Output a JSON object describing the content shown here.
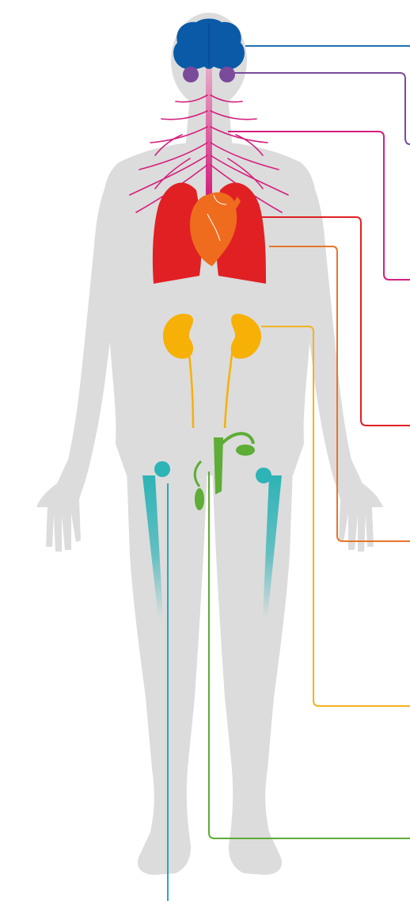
{
  "colors": {
    "body": "#dcdcdc",
    "brain": "#0a5aa8",
    "pituitary": "#7a4a9b",
    "nerves": "#d41f7e",
    "lungs": "#e12024",
    "heart": "#ef6c1e",
    "kidneys": "#f7b006",
    "reproductive": "#5dad36",
    "bones": "#2eb3b6",
    "callout_brain": "#1f70b3",
    "callout_pituitary": "#7a4a9b",
    "callout_nerves": "#d41f7e",
    "callout_lungs": "#e12024",
    "callout_heart": "#e8742a",
    "callout_kidneys": "#f2b321",
    "callout_reproductive": "#5dad36",
    "callout_bones": "#2aa7b5"
  },
  "organs": [
    {
      "name": "brain",
      "icon": "brain-icon"
    },
    {
      "name": "pituitary",
      "icon": "pituitary-icon"
    },
    {
      "name": "nerves",
      "icon": "nerve-network-icon"
    },
    {
      "name": "lungs",
      "icon": "lungs-icon"
    },
    {
      "name": "heart",
      "icon": "heart-icon"
    },
    {
      "name": "kidneys",
      "icon": "kidneys-icon"
    },
    {
      "name": "reproductive",
      "icon": "uterus-ovaries-icon"
    },
    {
      "name": "bones",
      "icon": "femur-icon"
    }
  ]
}
